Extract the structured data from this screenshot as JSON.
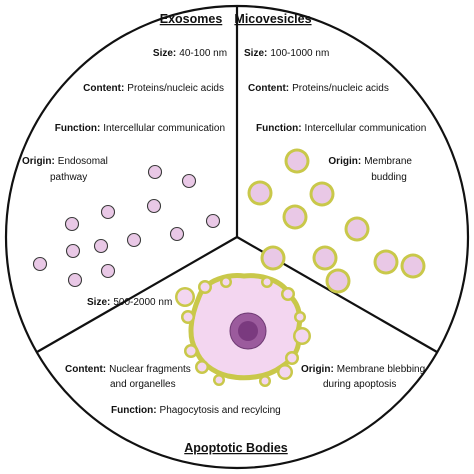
{
  "colors": {
    "membrane": "#c9c84a",
    "membrane_dark": "#a9a83a",
    "fill": "#e9c8e6",
    "fill_light": "#f3d6f0",
    "nucleus": "#9b5b9d",
    "nucleus_core": "#7a3a7f",
    "line": "#111111"
  },
  "exosomes": {
    "title": "Exosomes",
    "size_label": "Size:",
    "size_value": "40-100 nm",
    "content_label": "Content:",
    "content_value": "Proteins/nucleic acids",
    "function_label": "Function:",
    "function_value": "Intercellular communication",
    "origin_label": "Origin:",
    "origin_value_1": "Endosomal",
    "origin_value_2": "pathway"
  },
  "microvesicles": {
    "title": "Micovesicles",
    "size_label": "Size:",
    "size_value": "100-1000 nm",
    "content_label": "Content:",
    "content_value": "Proteins/nucleic acids",
    "function_label": "Function:",
    "function_value": "Intercellular communication",
    "origin_label": "Origin:",
    "origin_value_1": "Membrane",
    "origin_value_2": "budding"
  },
  "apoptotic_bodies": {
    "title": "Apoptotic Bodies",
    "size_label": "Size:",
    "size_value": "500-2000 nm",
    "content_label": "Content:",
    "content_value_1": "Nuclear fragments",
    "content_value_2": "and organelles",
    "function_label": "Function:",
    "function_value": "Phagocytosis and recylcing",
    "origin_label": "Origin:",
    "origin_value_1": "Membrane blebbing",
    "origin_value_2": "during apoptosis"
  }
}
